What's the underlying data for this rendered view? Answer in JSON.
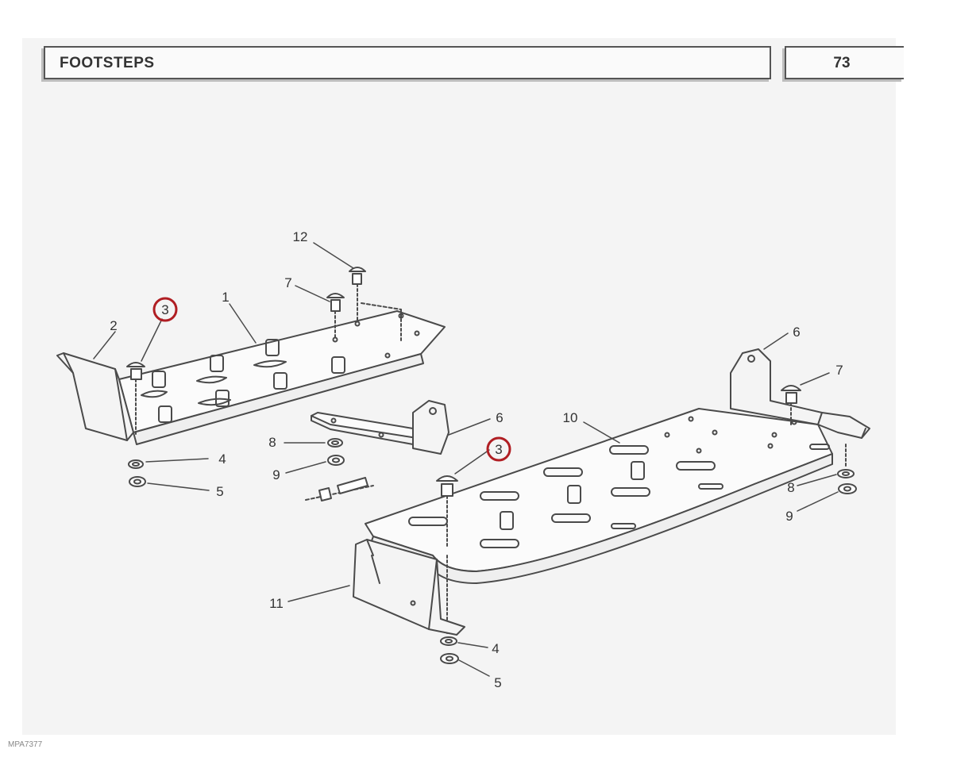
{
  "header": {
    "title": "FOOTSTEPS",
    "page_number": "73"
  },
  "callouts": [
    {
      "id": "c-12a",
      "label": "12"
    },
    {
      "id": "c-7a",
      "label": "7"
    },
    {
      "id": "c-1",
      "label": "1"
    },
    {
      "id": "c-3a",
      "label": "3",
      "highlighted": true
    },
    {
      "id": "c-2",
      "label": "2"
    },
    {
      "id": "c-4a",
      "label": "4"
    },
    {
      "id": "c-5a",
      "label": "5"
    },
    {
      "id": "c-8a",
      "label": "8"
    },
    {
      "id": "c-9a",
      "label": "9"
    },
    {
      "id": "c-6a",
      "label": "6"
    },
    {
      "id": "c-3b",
      "label": "3",
      "highlighted": true
    },
    {
      "id": "c-10",
      "label": "10"
    },
    {
      "id": "c-6b",
      "label": "6"
    },
    {
      "id": "c-7b",
      "label": "7"
    },
    {
      "id": "c-8b",
      "label": "8"
    },
    {
      "id": "c-9b",
      "label": "9"
    },
    {
      "id": "c-11",
      "label": "11"
    },
    {
      "id": "c-4b",
      "label": "4"
    },
    {
      "id": "c-5b",
      "label": "5"
    }
  ],
  "colors": {
    "line": "#4a4a4a",
    "highlight": "#b01e23"
  },
  "reference_code": "MPA7377"
}
